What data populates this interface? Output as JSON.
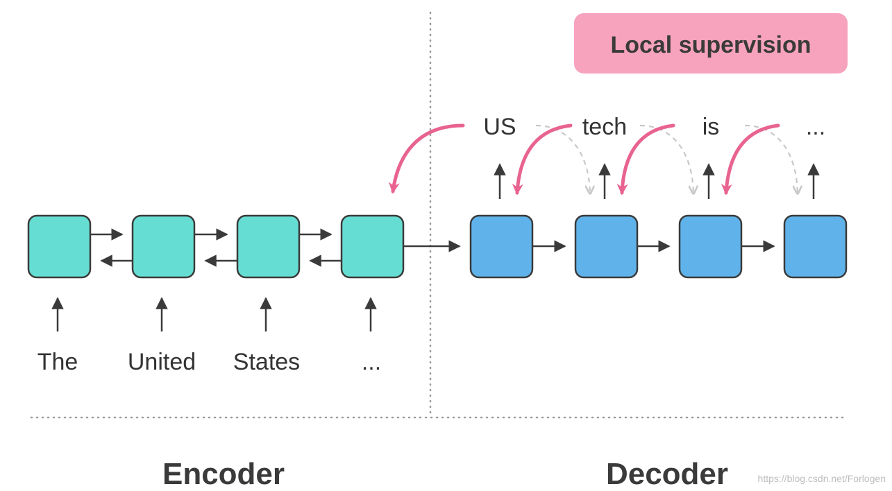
{
  "badge": {
    "label": "Local supervision",
    "color": "#f7a3bd"
  },
  "encoder": {
    "title": "Encoder",
    "inputs": [
      "The",
      "United",
      "States",
      "..."
    ],
    "cell_color": "#66ddd2"
  },
  "decoder": {
    "title": "Decoder",
    "outputs": [
      "US",
      "tech",
      "is",
      "..."
    ],
    "cell_color": "#5fb3ea"
  },
  "colors": {
    "supervision_arrow": "#e8638f",
    "stroke": "#3a3a3a",
    "dashed": "#c8c8c8"
  },
  "watermark": "https://blog.csdn.net/Forlogen"
}
